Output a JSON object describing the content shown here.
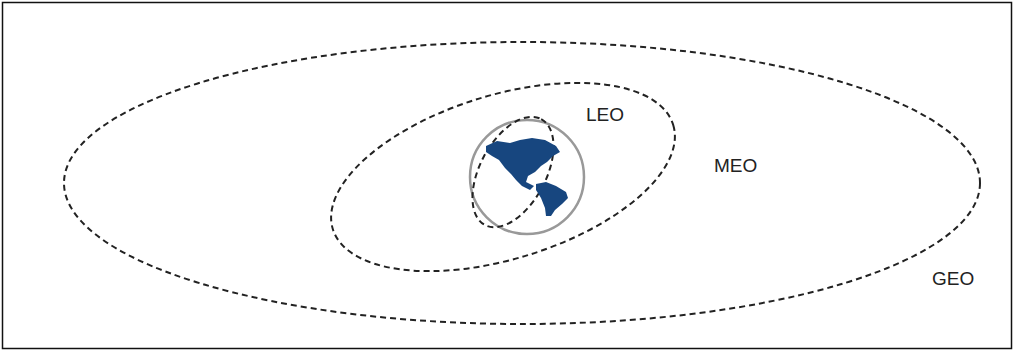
{
  "diagram": {
    "labels": [
      "LEO",
      "MEO",
      "GEO"
    ]
  }
}
